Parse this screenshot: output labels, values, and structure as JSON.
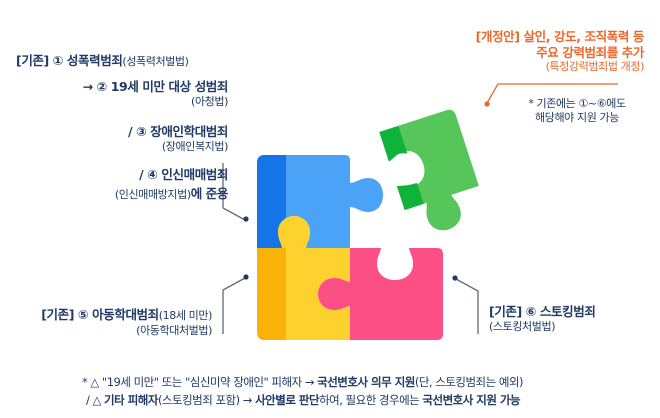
{
  "colors": {
    "text_navy": "#1f3a64",
    "accent_orange": "#e8692f",
    "puzzle_blue": "#4aa3f7",
    "puzzle_blue_dark": "#1474e8",
    "puzzle_yellow": "#fdd22f",
    "puzzle_yellow_dark": "#f9b208",
    "puzzle_pink": "#fb4f86",
    "puzzle_green": "#56c55a",
    "puzzle_green_dark": "#10b33a",
    "connector_gray": "#5b6b7d"
  },
  "left_labels": {
    "item1": {
      "prefix": "[기존] ① 성폭력범죄",
      "law": "(성폭력처벌법)"
    },
    "item2": {
      "main": "→ ② 19세 미만 대상 성범죄",
      "law": "(아청법)"
    },
    "item3": {
      "main": "/ ③ 장애인학대범죄",
      "law": "(장애인복지법)"
    },
    "item4": {
      "main": "/ ④ 인신매매범죄",
      "law": "(인신매매방지법)",
      "suffix": "에 준용"
    },
    "item5": {
      "prefix": "[기존] ⑤ 아동학대범죄",
      "age": "(18세 미만)",
      "law": "(아동학대처벌법)"
    }
  },
  "right_labels": {
    "amendment": {
      "line1": "[개정안] 살인, 강도, 조직폭력 등",
      "line2": "주요 강력범죄를 추가",
      "line3": "(특정강력범죄법 개정)"
    },
    "note": {
      "line1": "* 기존에는 ①~⑥에도",
      "line2": "해당해야 지원 가능"
    },
    "item6": {
      "main": "[기존] ⑥ 스토킹범죄",
      "law": "(스토킹처벌법)"
    }
  },
  "footer": {
    "line1": {
      "part1": "* △ \"19세 미만\"  또는 \"심신미약 장애인\" 피해자  →  ",
      "bold": "국선변호사 의무 지원",
      "part2": "(단, 스토킹범죄는 예외)"
    },
    "line2": {
      "part1": "/ △ ",
      "bold1": "기타 피해자",
      "part2": "(스토킹범죄 포함)  →  ",
      "bold2": "사안별로 판단",
      "part3": "하여, 필요한 경우에는 ",
      "bold3": "국선변호사 지원 가능"
    }
  },
  "icons": {
    "puzzle": "jigsaw-puzzle-pieces"
  }
}
